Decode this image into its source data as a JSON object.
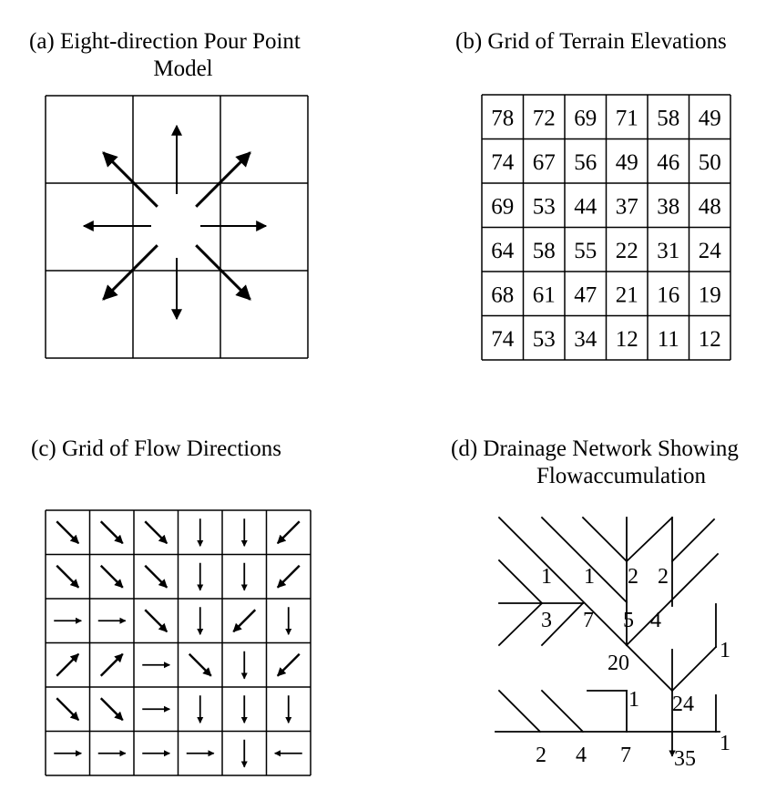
{
  "panel_a": {
    "title_line1": "(a) Eight-direction Pour Point",
    "title_line2": "Model"
  },
  "panel_b": {
    "title": "(b) Grid of Terrain Elevations",
    "elevations": [
      [
        78,
        72,
        69,
        71,
        58,
        49
      ],
      [
        74,
        67,
        56,
        49,
        46,
        50
      ],
      [
        69,
        53,
        44,
        37,
        38,
        48
      ],
      [
        64,
        58,
        55,
        22,
        31,
        24
      ],
      [
        68,
        61,
        47,
        21,
        16,
        19
      ],
      [
        74,
        53,
        34,
        12,
        11,
        12
      ]
    ]
  },
  "panel_c": {
    "title": "(c) Grid of Flow Directions",
    "directions": [
      [
        "SE",
        "SE",
        "SE",
        "S",
        "S",
        "SW"
      ],
      [
        "SE",
        "SE",
        "SE",
        "S",
        "S",
        "SW"
      ],
      [
        "E",
        "E",
        "SE",
        "S",
        "SW",
        "S"
      ],
      [
        "NE",
        "NE",
        "E",
        "SE",
        "S",
        "SW"
      ],
      [
        "SE",
        "SE",
        "E",
        "S",
        "S",
        "S"
      ],
      [
        "E",
        "E",
        "E",
        "E",
        "S",
        "W"
      ]
    ]
  },
  "panel_d": {
    "title_line1": "(d) Drainage Network Showing",
    "title_line2": "Flowaccumulation",
    "labels": [
      "1",
      "1",
      "2",
      "2",
      "3",
      "7",
      "5",
      "4",
      "20",
      "1",
      "24",
      "1",
      "2",
      "4",
      "7",
      "1",
      "35"
    ]
  }
}
